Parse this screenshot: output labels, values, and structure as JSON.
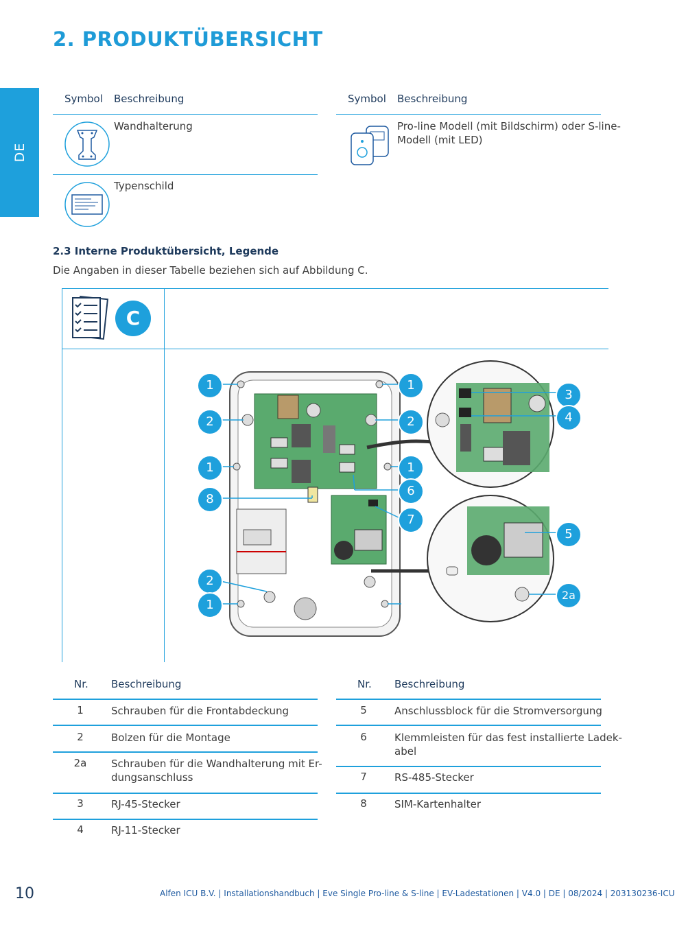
{
  "side_tab": "DE",
  "title": "2. PRODUKTÜBERSICHT",
  "symbol_table": {
    "header_symbol": "Symbol",
    "header_description": "Beschreibung",
    "left_rows": [
      {
        "icon": "wall-bracket-icon",
        "description": "Wandhalterung"
      },
      {
        "icon": "type-plate-icon",
        "description": "Typenschild"
      }
    ],
    "right_rows": [
      {
        "icon": "charger-models-icon",
        "description_line1": "Pro-line Modell (mit Bildschirm) oder S-line-",
        "description_line2": "Modell (mit LED)"
      }
    ]
  },
  "section": {
    "heading": "2.3 Interne Produktübersicht, Legende",
    "intro": "Die Angaben in dieser Tabelle beziehen sich auf Abbildung C."
  },
  "figure": {
    "badge": "C",
    "callouts": [
      "1",
      "2",
      "1",
      "8",
      "2",
      "1",
      "1",
      "2",
      "1",
      "6",
      "7",
      "3",
      "4",
      "5",
      "2a"
    ]
  },
  "legend": {
    "header_nr": "Nr.",
    "header_description": "Beschreibung",
    "left": [
      {
        "nr": "1",
        "line1": "Schrauben für die Frontabdeckung",
        "line2": ""
      },
      {
        "nr": "2",
        "line1": "Bolzen für die Montage",
        "line2": ""
      },
      {
        "nr": "2a",
        "line1": "Schrauben für die Wandhalterung mit Er-",
        "line2": "dungsanschluss"
      },
      {
        "nr": "3",
        "line1": "RJ-45-Stecker",
        "line2": ""
      },
      {
        "nr": "4",
        "line1": "RJ-11-Stecker",
        "line2": ""
      }
    ],
    "right": [
      {
        "nr": "5",
        "line1": "Anschlussblock für die Stromversorgung",
        "line2": ""
      },
      {
        "nr": "6",
        "line1": "Klemmleisten für das fest installierte Ladek-",
        "line2": "abel"
      },
      {
        "nr": "7",
        "line1": "RS-485-Stecker",
        "line2": ""
      },
      {
        "nr": "8",
        "line1": "SIM-Kartenhalter",
        "line2": ""
      }
    ]
  },
  "footer": {
    "page": "10",
    "text": "Alfen ICU B.V. | Installationshandbuch | Eve Single Pro-line & S-line | EV-Ladestationen  | V4.0 | DE | 08/2024 | 203130236-ICU"
  },
  "colors": {
    "accent": "#1ea0dc",
    "dark_blue": "#1e3a5c",
    "pcb_green": "#5aaa6e"
  }
}
